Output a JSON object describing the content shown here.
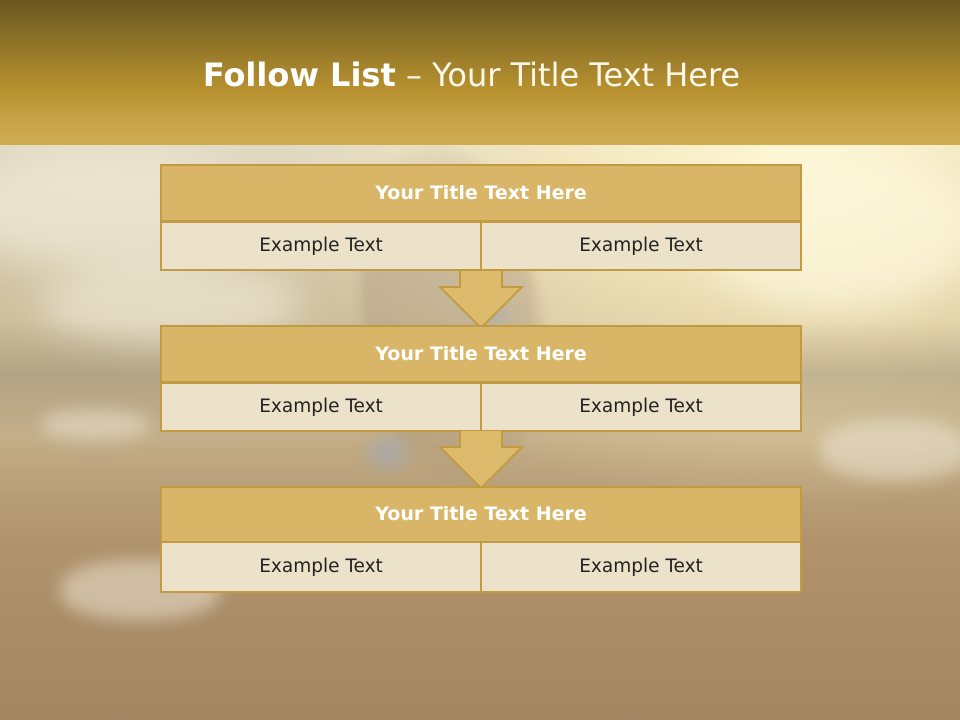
{
  "slide": {
    "title_bold": "Follow List",
    "title_rest": " – Your Title Text Here",
    "colors": {
      "header_top": "#6b561f",
      "header_bottom": "#cfab52",
      "block_title_fill": "#d8b567",
      "block_cell_fill": "#ece2c9",
      "block_border": "#c29a42",
      "arrow_fill": "#dcbb6d"
    }
  },
  "blocks": [
    {
      "title": "Your Title Text Here",
      "left": "Example Text",
      "right": "Example Text"
    },
    {
      "title": "Your Title Text Here",
      "left": "Example Text",
      "right": "Example Text"
    },
    {
      "title": "Your Title Text Here",
      "left": "Example Text",
      "right": "Example Text"
    }
  ],
  "arrows": [
    {
      "icon": "arrow-down-icon"
    },
    {
      "icon": "arrow-down-icon"
    }
  ]
}
